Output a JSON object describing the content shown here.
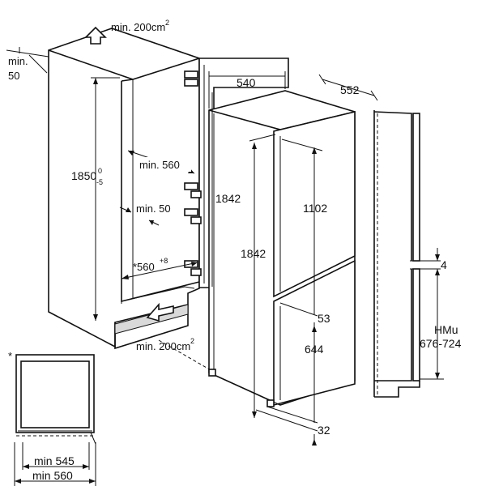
{
  "labels": {
    "vent_top": "min. 200cm",
    "vent_top_sup": "2",
    "min50_top_a": "min.",
    "min50_top_b": "50",
    "height_niche": "1850",
    "height_tol_plus": "0",
    "height_tol_minus": "-5",
    "min560": "min. 560",
    "min50_mid": "min. 50",
    "width560": "*560",
    "width560_tol": "+8",
    "vent_bottom": "min. 200cm",
    "vent_bottom_sup": "2",
    "d540": "540",
    "d552": "552",
    "h1842_a": "1842",
    "h1842_b": "1842",
    "h1102": "1102",
    "h53": "53",
    "h644": "644",
    "h32": "32",
    "gap4": "4",
    "hmu": "HMu",
    "hmu_range": "676-724",
    "asterisk": "*",
    "min545": "min 545",
    "min560_plan": "min 560"
  },
  "colors": {
    "line": "#111111",
    "background": "#ffffff",
    "vent_grey": "#d9d9d9"
  },
  "icons": [
    "arrow-up-icon",
    "arrow-diagonal-icon"
  ]
}
